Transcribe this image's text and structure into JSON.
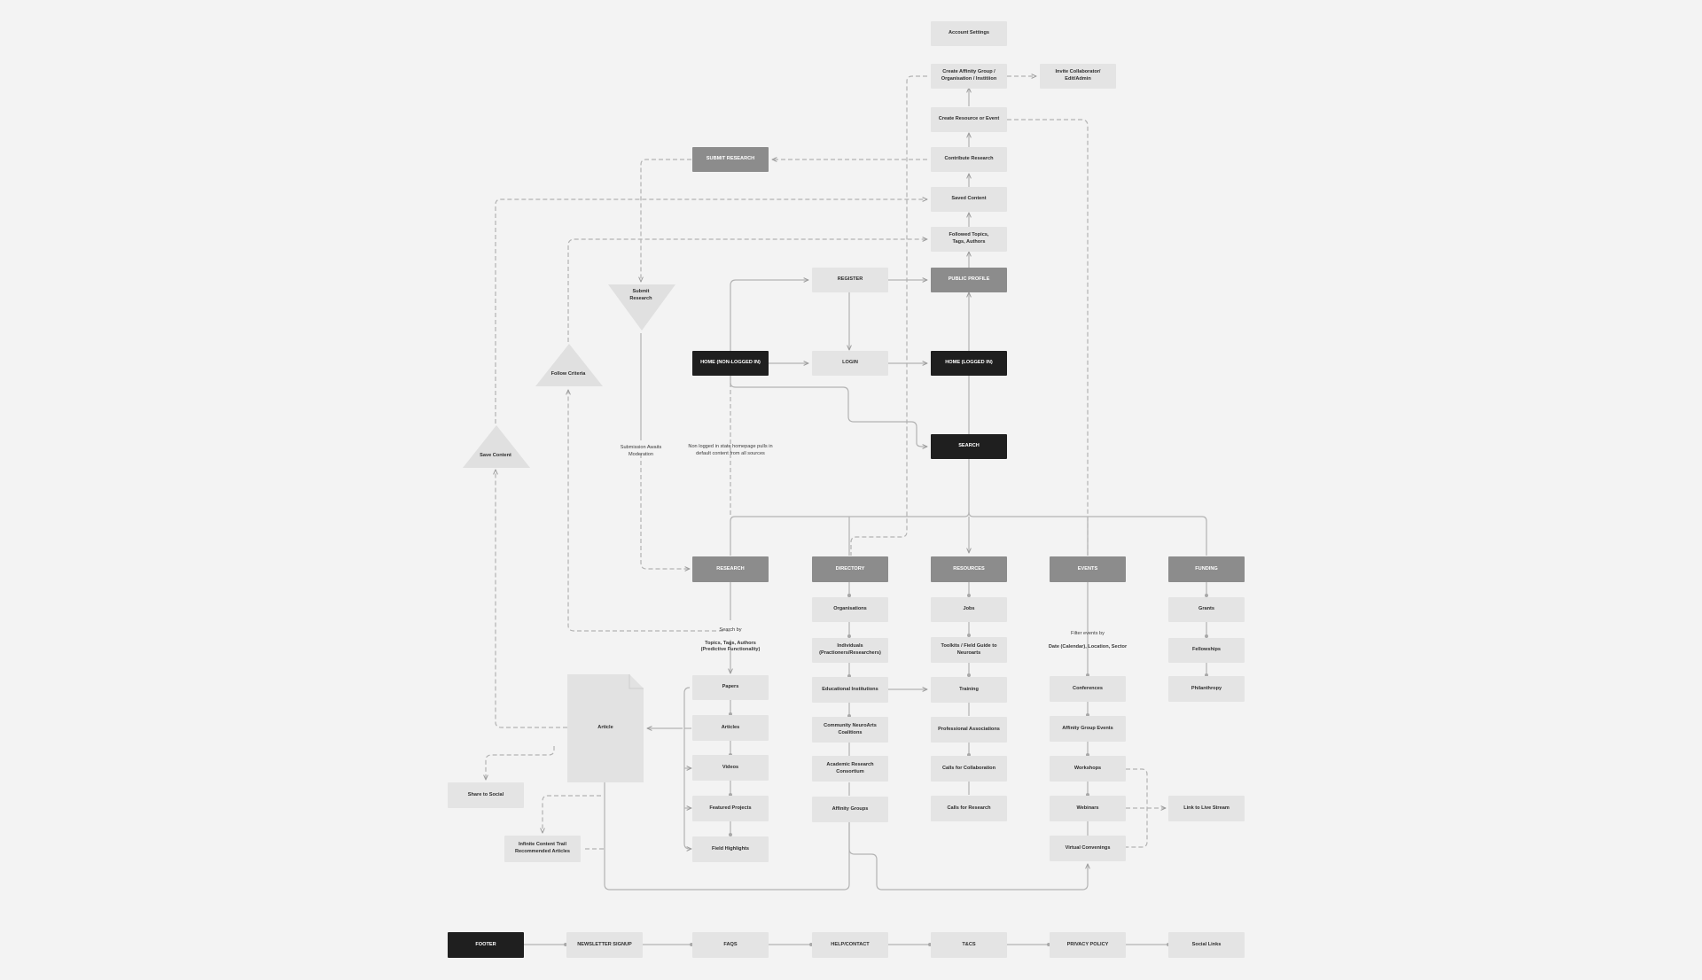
{
  "nodes": {
    "account_settings": "Account Settings",
    "create_affinity": "Create Affinity Group /\nOrganisation / Institiion",
    "invite_collaborator": "Invite Collaborator/\nEdit/Admin",
    "create_resource": "Create Resource or Event",
    "contribute_research": "Contribute Research",
    "submit_research": "SUBMIT RESEARCH",
    "saved_content": "Saved Content",
    "followed_topics": "Followed Topics,\nTags, Authors",
    "register": "REGISTER",
    "public_profile": "PUBLIC PROFILE",
    "home_not_logged": "HOME (NON-LOGGED IN)",
    "login": "LOGIN",
    "home_logged": "HOME (LOGGED IN)",
    "search": "SEARCH",
    "research": "RESEARCH",
    "directory": "DIRECTORY",
    "resources": "RESOURCES",
    "events": "EVENTS",
    "funding": "FUNDING",
    "organisations": "Organisations",
    "individuals": "Individuals\n(Practioners/Researchers)",
    "educational": "Educational Institutions",
    "community": "Community NeuroArts\nCoalitions",
    "academic": "Academic Research\nConsortium",
    "affinity_groups": "Affinity Groups",
    "jobs": "Jobs",
    "toolkits": "Toolkits / Field Guide to\nNeuroarts",
    "training": "Training",
    "professional": "Professional Associations",
    "calls_collab": "Calls for Collaboration",
    "calls_research": "Calls for Research",
    "conferences": "Conferences",
    "affinity_events": "Affinity Group Events",
    "workshops": "Workshops",
    "webinars": "Webinars",
    "virtual": "Virtual Convenings",
    "link_live": "Link to Live Stream",
    "grants": "Grants",
    "fellowships": "Fellowships",
    "philanthropy": "Philanthropy",
    "papers": "Papers",
    "articles": "Articles",
    "videos": "Videos",
    "featured": "Featured Projects",
    "field_highlights": "Field Highlights",
    "article": "Article",
    "share_social": "Share to Social",
    "infinite_trail": "Infinite Content Trail\nRecommended Articles",
    "footer": "FOOTER",
    "newsletter": "NEWSLETTER SIGNUP",
    "faqs": "FAQS",
    "help": "HELP/CONTACT",
    "tcs": "T&CS",
    "privacy": "PRIVACY POLICY",
    "social_links": "Social Links"
  },
  "triangles": {
    "submit_research": "Submit\nResearch",
    "follow_criteria": "Follow Criteria",
    "save_content": "Save Content"
  },
  "notes": {
    "moderation": "Submission Awaits\nModeration",
    "non_logged": "Non logged in state homepage pulls in\ndefault content from all sources",
    "search_by_1": "Search by",
    "search_by_2": "Topics, Tags, Authors\n(Predictive Functionality)",
    "filter_1": "Filter events by",
    "filter_2": "Date (Calendar), Location, Sector"
  },
  "colors": {
    "background": "#f3f3f3",
    "light_node": "#e4e4e4",
    "mid_node": "#8c8c8c",
    "dark_node": "#1f1f1f",
    "connector": "#b3b3b3"
  }
}
